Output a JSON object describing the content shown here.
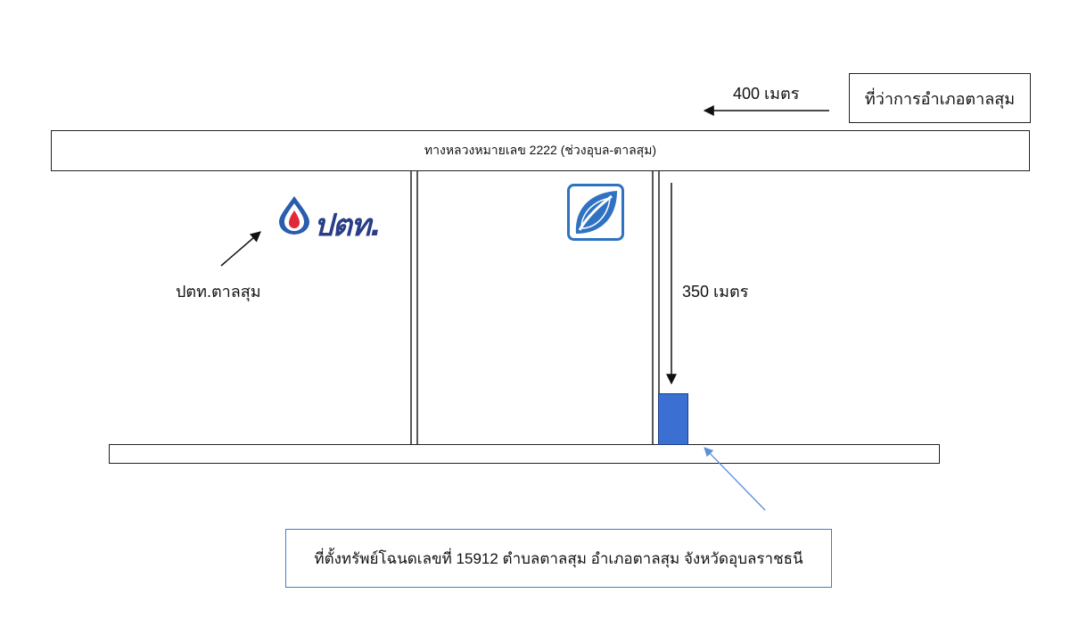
{
  "district_office": {
    "label": "ที่ว่าการอำเภอตาลสุม"
  },
  "distance_to_district": {
    "label": "400 เมตร"
  },
  "highway": {
    "label": "ทางหลวงหมายเลข 2222 (ช่วงอุบล-ตาลสุม)"
  },
  "ptt_station": {
    "wordmark": "ปตท.",
    "caption": "ปตท.ตาลสุม",
    "logo_icon": "ptt-flame-drop-icon",
    "logo_colors": {
      "drop": "#2a5db0",
      "inner": "#e02a3c",
      "wordmark": "#2a3e86"
    }
  },
  "bangchak_station": {
    "logo_icon": "bangchak-leaf-icon",
    "logo_color": "#2f72c2"
  },
  "distance_along_lane": {
    "label": "350 เมตร"
  },
  "property": {
    "label": "ที่ตั้งทรัพย์โฉนดเลขที่ 15912 ตำบลตาลสุม อำเภอตาลสุม จังหวัดอุบลราชธนี",
    "marker_color": "#3b6fd1",
    "callout_color": "#3c7fd1"
  }
}
